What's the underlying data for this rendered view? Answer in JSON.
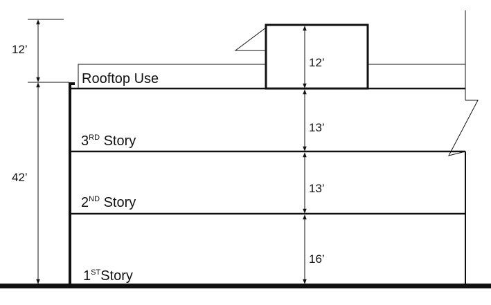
{
  "diagram": {
    "type": "building-section",
    "colors": {
      "line": "#111111",
      "background": "#ffffff"
    },
    "labels": {
      "rooftop_use": "Rooftop Use",
      "third_story": {
        "number": "3",
        "suffix": "RD",
        "word": " Story"
      },
      "second_story": {
        "number": "2",
        "suffix": "ND",
        "word": " Story"
      },
      "first_story": {
        "number": "1",
        "suffix": "ST",
        "word": "Story"
      }
    },
    "dimensions": {
      "rooftop_overall": "12’",
      "building_overall": "42’",
      "penthouse": "12’",
      "third_story": "13’",
      "second_story": "13’",
      "first_story": "16’"
    }
  }
}
